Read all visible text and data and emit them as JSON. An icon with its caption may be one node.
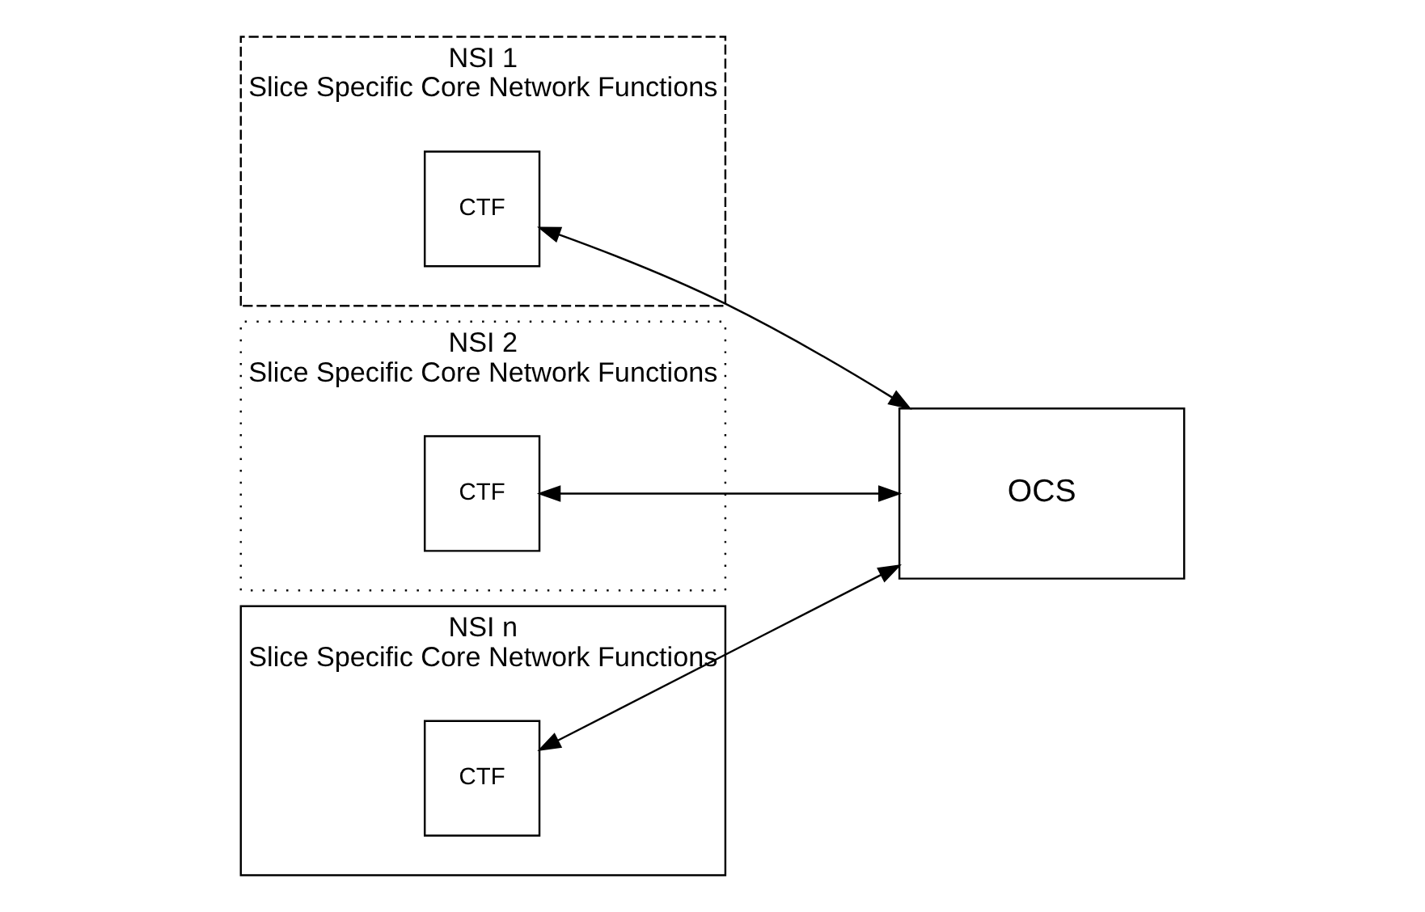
{
  "diagram": {
    "nodes": [
      {
        "text": [
          "NSI 1",
          "Slice Specific Core Network Functions"
        ]
      },
      {
        "text": [
          "CTF"
        ],
        "in": 0
      },
      {
        "text": [
          "NSI 2",
          "Slice Specific Core Network Functions"
        ]
      },
      {
        "text": [
          "CTF"
        ],
        "in": 2
      },
      {
        "text": [
          "NSI n",
          "Slice Specific Core Network Functions"
        ]
      },
      {
        "text": [
          "CTF"
        ],
        "in": 4
      },
      {
        "text": [
          "OCS"
        ]
      }
    ],
    "edges": [
      {
        "from": 1,
        "to": 6,
        "arrow": "both"
      },
      {
        "from": 3,
        "to": 6,
        "arrow": "both"
      },
      {
        "from": 5,
        "to": 6,
        "arrow": "both"
      }
    ]
  }
}
